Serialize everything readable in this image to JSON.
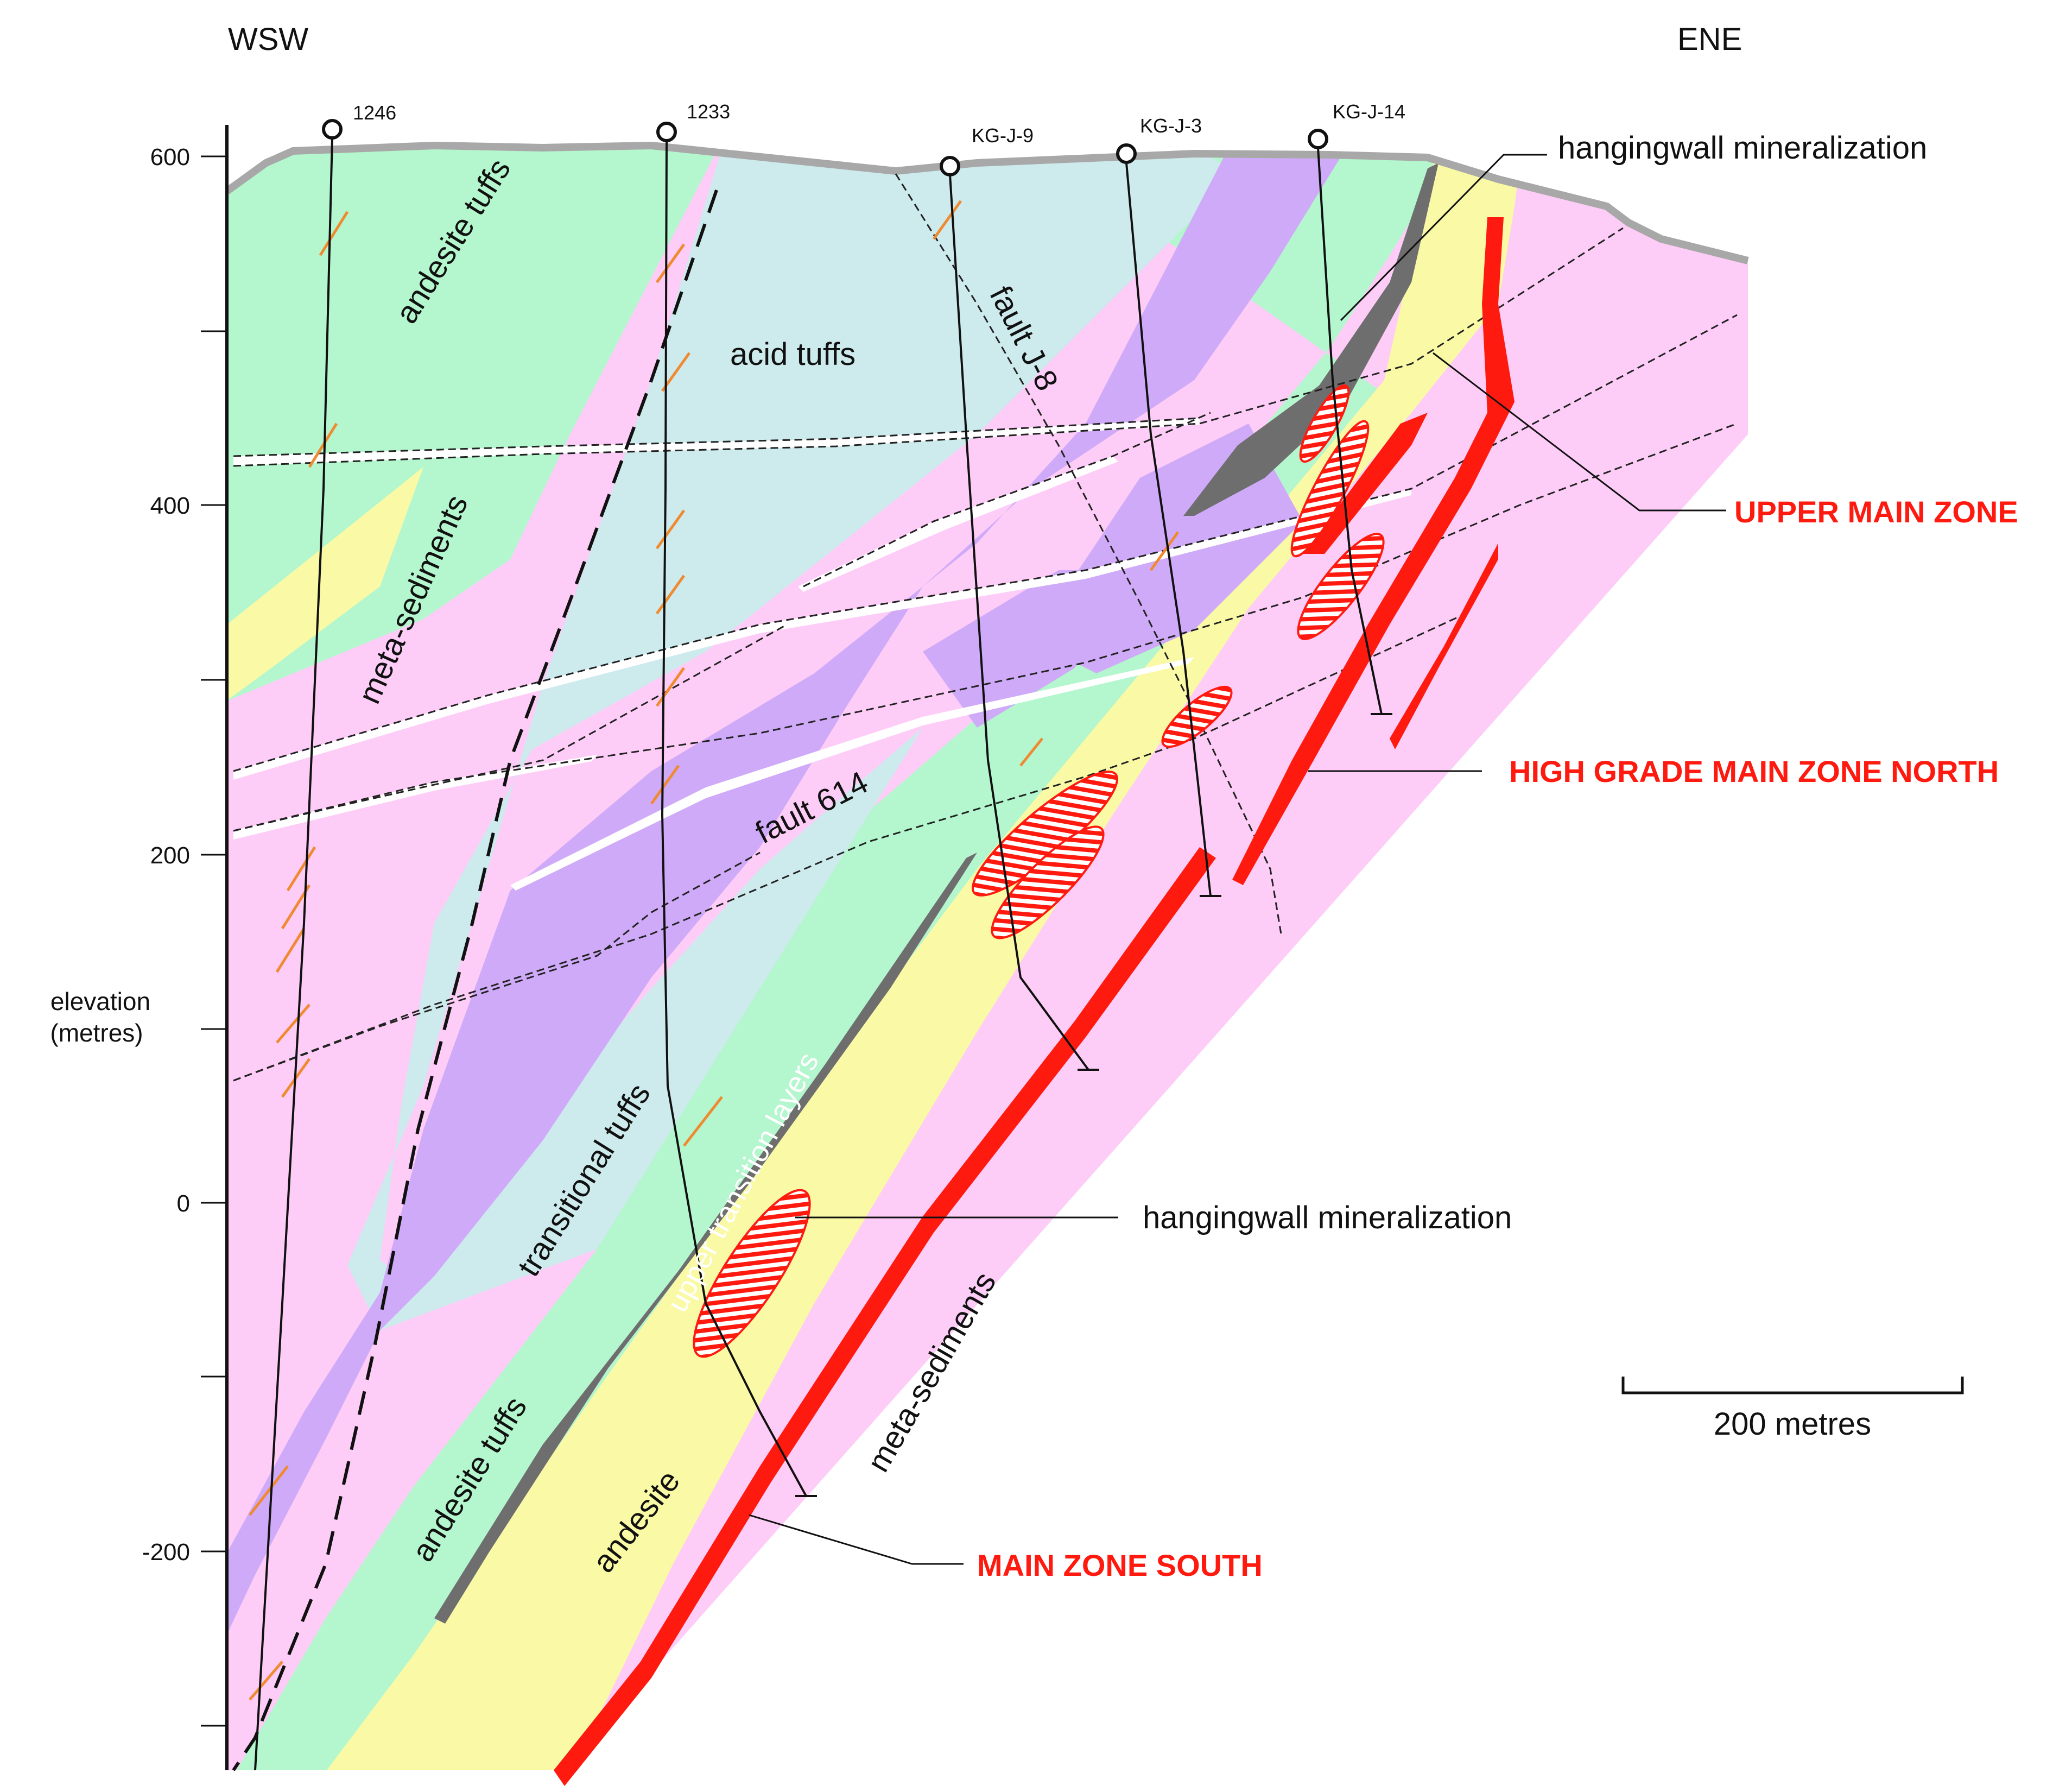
{
  "section": {
    "orientation_left": "WSW",
    "orientation_right": "ENE",
    "axis": {
      "label_line1": "elevation",
      "label_line2": "(metres)",
      "ticks": [
        "600",
        "400",
        "200",
        "0",
        "-200"
      ]
    },
    "scale_bar_label": "200 metres"
  },
  "units": {
    "andesite_tuffs_upper": "andesite tuffs",
    "acid_tuffs": "acid tuffs",
    "fault_j8": "fault J-8",
    "meta_sediments_left": "meta-sediments",
    "fault_614": "fault 614",
    "transitional_tuffs": "transitional tuffs",
    "upper_transition_layers": "upper transition layers",
    "andesite_tuffs_lower": "andesite tuffs",
    "andesite": "andesite",
    "meta_sediments_right": "meta-sediments"
  },
  "drillholes": [
    "1246",
    "1233",
    "KG-J-9",
    "KG-J-3",
    "KG-J-14"
  ],
  "callouts": {
    "hangingwall_top": "hangingwall mineralization",
    "upper_main_zone": "UPPER MAIN ZONE",
    "high_grade_main_zone_north": "HIGH GRADE MAIN ZONE NORTH",
    "hangingwall_bottom": "hangingwall mineralization",
    "main_zone_south": "MAIN ZONE SOUTH"
  },
  "colors": {
    "meta_sediments": "#fdcdf7",
    "andesite_tuffs": "#b4f6cd",
    "acid_tuffs": "#cdeaed",
    "transitional_tuffs": "#cfaaf8",
    "andesite": "#fafaa6",
    "transition_layers": "#6e6e6e",
    "ore_zone": "#ff1a10",
    "callout_text": "#ff1a10",
    "topography": "#a8a8a8"
  }
}
